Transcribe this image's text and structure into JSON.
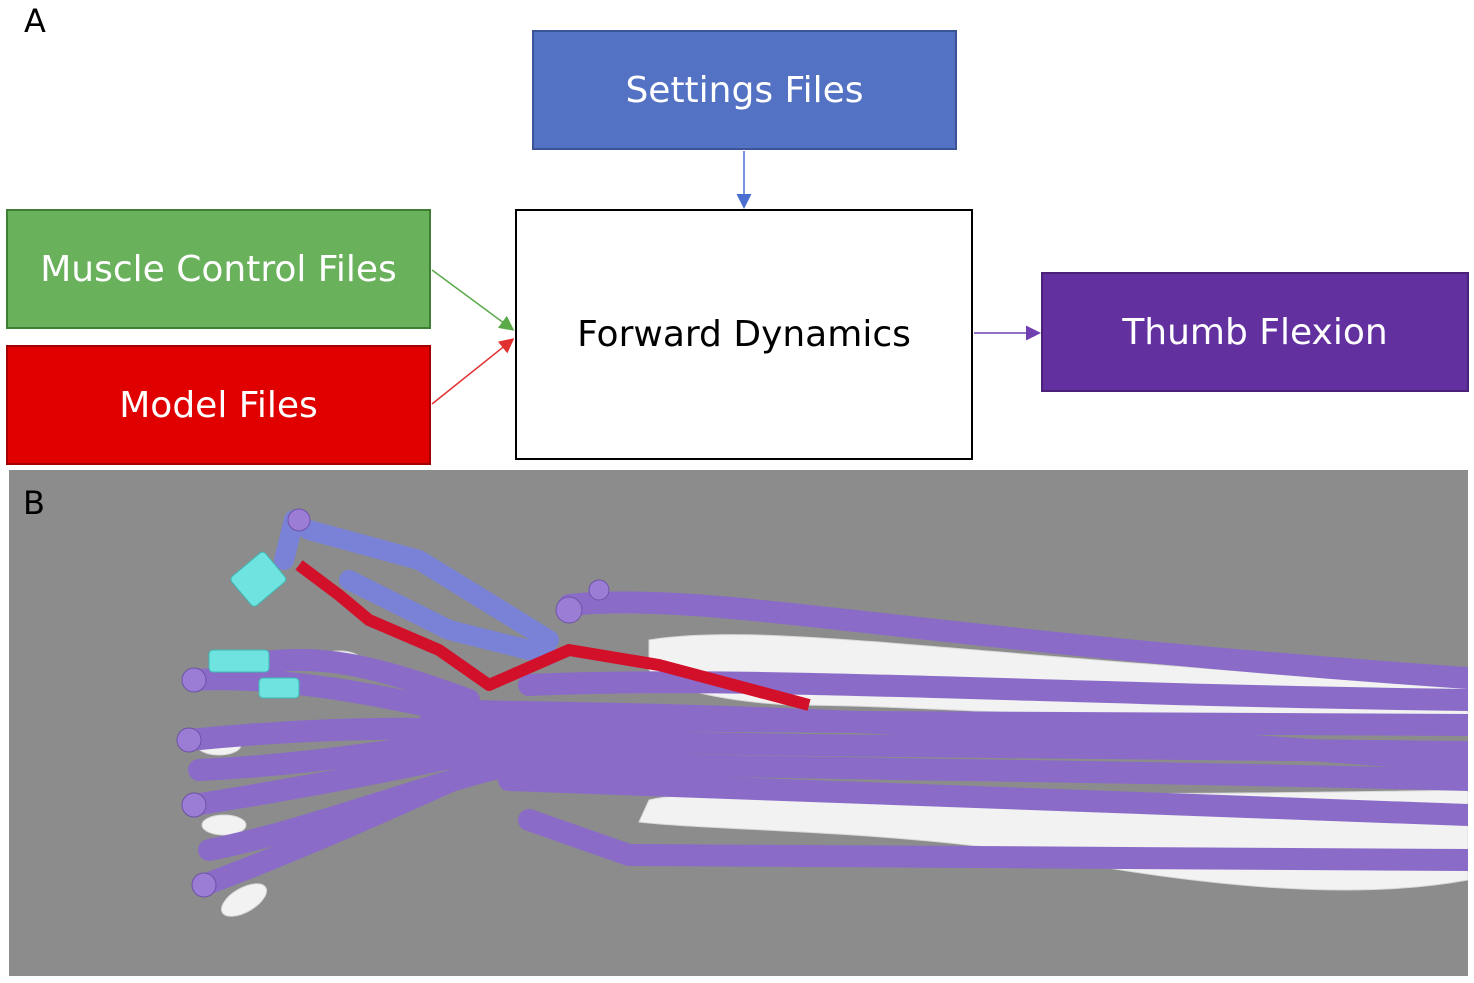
{
  "panels": {
    "a_label": "A",
    "b_label": "B"
  },
  "flowchart": {
    "settings_files": "Settings Files",
    "muscle_control_files": "Muscle Control Files",
    "model_files": "Model Files",
    "forward_dynamics": "Forward Dynamics",
    "thumb_flexion": "Thumb Flexion"
  },
  "colors": {
    "settings": "#5472c4",
    "muscle_control": "#6ab15b",
    "model": "#e00000",
    "forward": "#ffffff",
    "thumb": "#6330a0",
    "render_background": "#8c8c8c",
    "muscle_paths": "#8a6cc8",
    "thumb_muscle": "#d3102a",
    "bone": "#f2f2f2",
    "marker": "#6fe3e0",
    "markers_blue": "#7a82d8"
  }
}
